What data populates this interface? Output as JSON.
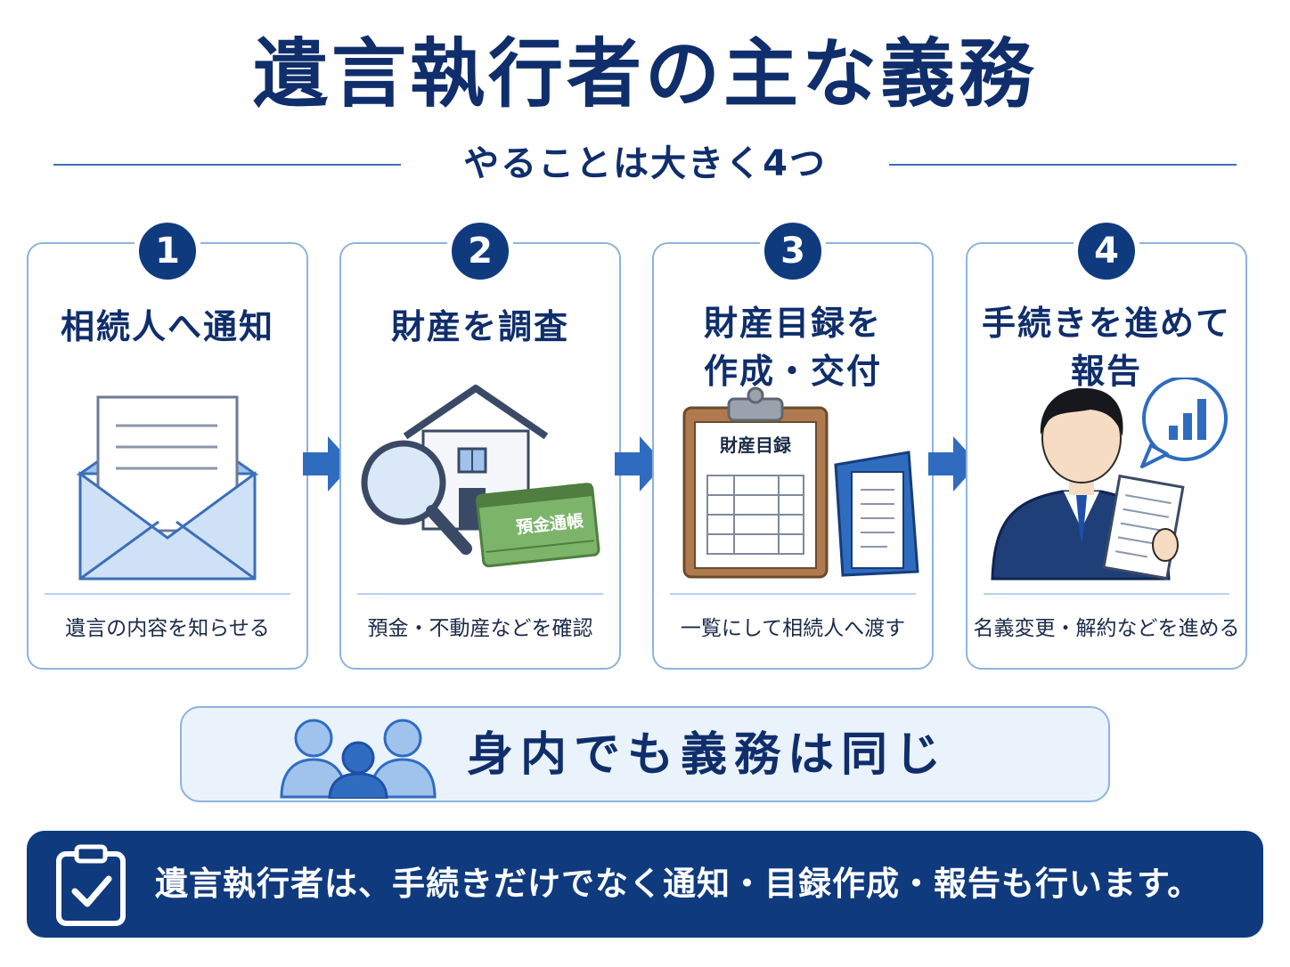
{
  "title": "遺言執行者の主な義務",
  "subtitle": "やることは大きく4つ",
  "steps": [
    {
      "number": "1",
      "title": "相続人へ通知",
      "description": "遺言の内容を知らせる",
      "icon": "envelope-letter-icon"
    },
    {
      "number": "2",
      "title": "財産を調査",
      "description": "預金・不動産などを確認",
      "icon": "house-magnifier-icon",
      "passbook_label": "預金通帳"
    },
    {
      "number": "3",
      "title": "財産目録を\n作成・交付",
      "description": "一覧にして相続人へ渡す",
      "icon": "clipboard-inventory-icon",
      "clipboard_label": "財産目録"
    },
    {
      "number": "4",
      "title": "手続きを進めて\n報告",
      "description": "名義変更・解約などを進める",
      "icon": "businessman-report-icon"
    }
  ],
  "family_note": "身内でも義務は同じ",
  "summary": "遺言執行者は、手続きだけでなく通知・目録作成・報告も行います。",
  "colors": {
    "navy": "#0f3a7e",
    "title_text": "#0f2e6b",
    "card_border": "#8eb2e0",
    "arrow": "#2f6cc0",
    "light_blue_fill": "#eaf2fc",
    "passbook_green": "#7cb46a"
  }
}
